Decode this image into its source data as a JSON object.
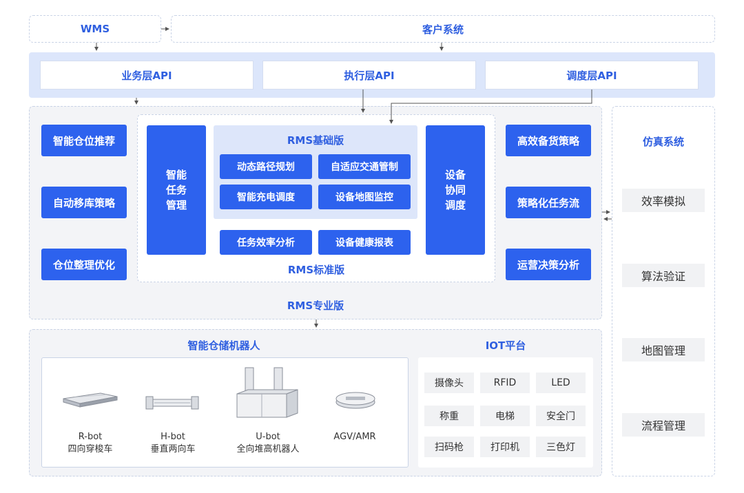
{
  "top": {
    "wms": "WMS",
    "customer": "客户系统"
  },
  "api_layer": [
    "业务层API",
    "执行层API",
    "调度层API"
  ],
  "rms_pro": {
    "label": "RMS专业版",
    "left_items": [
      "智能仓位推荐",
      "自动移库策略",
      "仓位整理优化"
    ],
    "right_items": [
      "高效备货策略",
      "策略化任务流",
      "运营决策分析"
    ]
  },
  "rms_std": {
    "label": "RMS标准版",
    "task_mgmt": [
      "智能",
      "任务",
      "管理"
    ],
    "device_coop": [
      "设备",
      "协同",
      "调度"
    ],
    "extra_items": [
      "任务效率分析",
      "设备健康报表"
    ]
  },
  "rms_basic": {
    "label": "RMS基础版",
    "items": [
      "动态路径规划",
      "自适应交通管制",
      "智能充电调度",
      "设备地图监控"
    ]
  },
  "robots": {
    "title": "智能仓储机器人",
    "items": [
      {
        "name": "R-bot",
        "desc": "四向穿梭车"
      },
      {
        "name": "H-bot",
        "desc": "垂直两向车"
      },
      {
        "name": "U-bot",
        "desc": "全向堆高机器人"
      },
      {
        "name": "AGV/AMR",
        "desc": ""
      }
    ]
  },
  "iot": {
    "title": "IOT平台",
    "items": [
      "摄像头",
      "RFID",
      "LED",
      "称重",
      "电梯",
      "安全门",
      "扫码枪",
      "打印机",
      "三色灯"
    ]
  },
  "simulation": {
    "title": "仿真系统",
    "items": [
      "效率模拟",
      "算法验证",
      "地图管理",
      "流程管理"
    ]
  },
  "colors": {
    "primary": "#2d62ee",
    "api_bg": "#dce6fb",
    "panel_bg": "#f3f4f7",
    "basic_bg": "#dde6fa"
  }
}
